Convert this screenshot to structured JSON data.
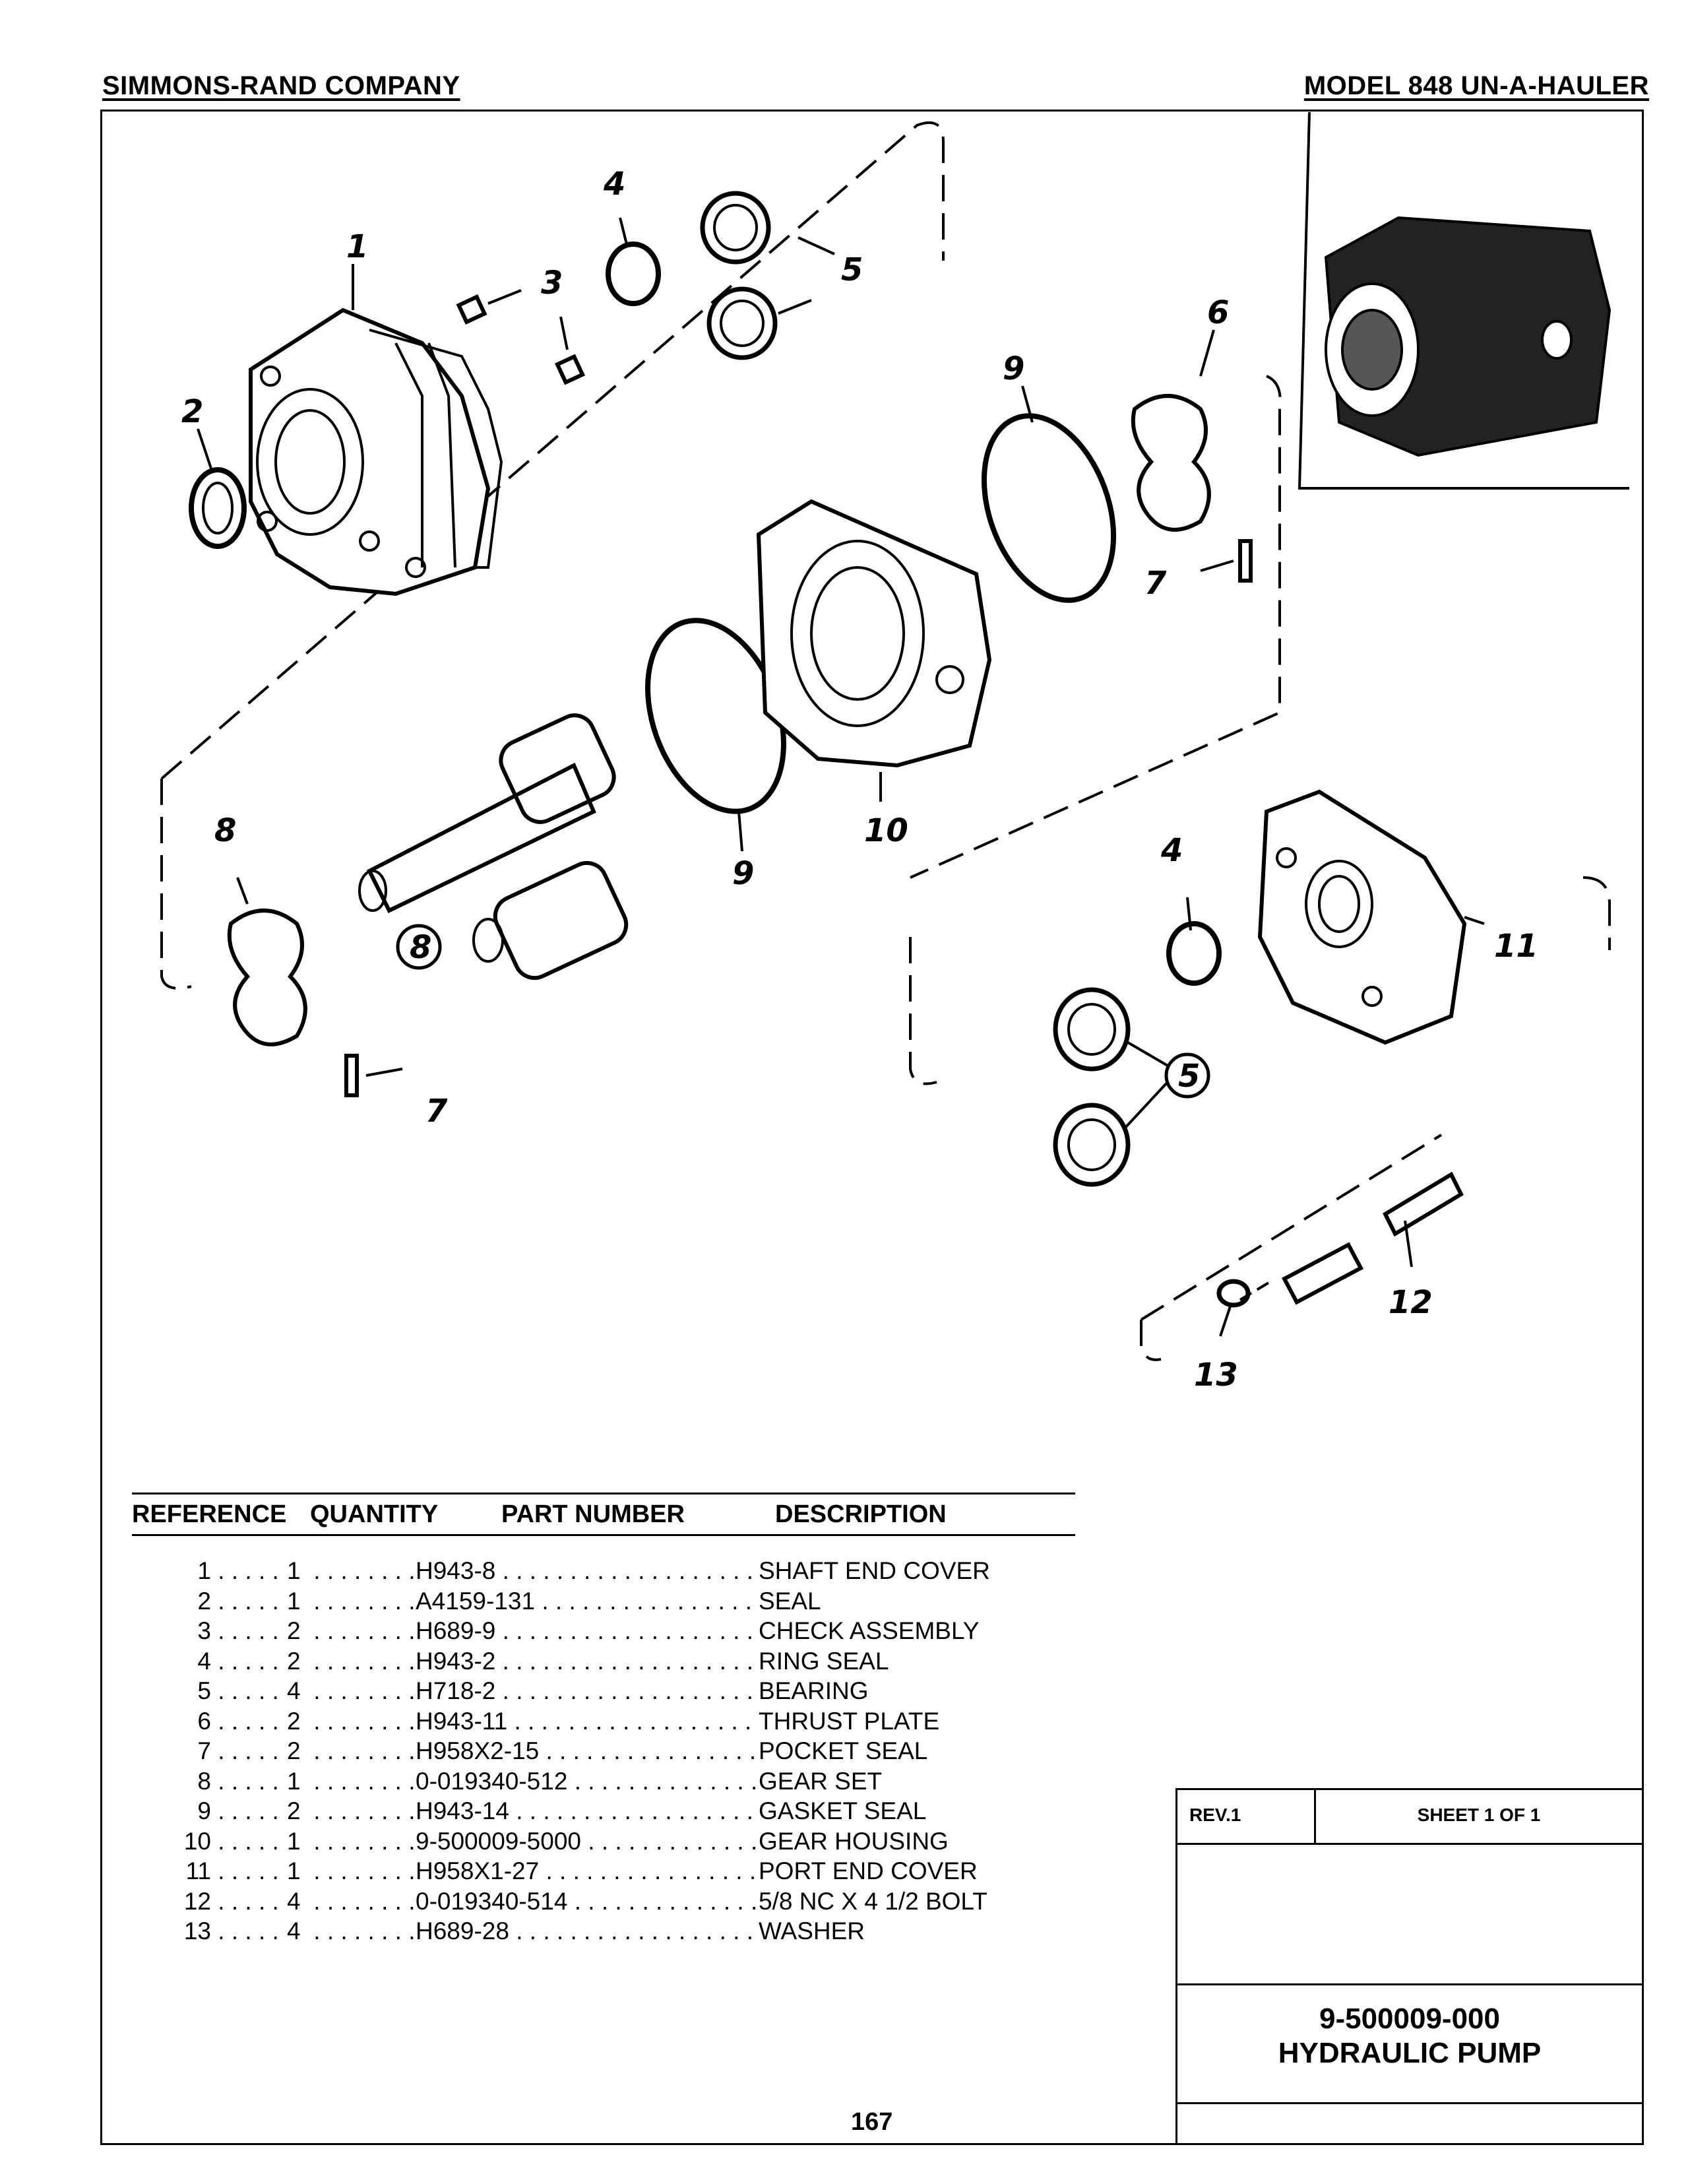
{
  "header": {
    "company": "SIMMONS-RAND COMPANY",
    "model": "MODEL 848 UN-A-HAULER"
  },
  "callouts": {
    "c1": "1",
    "c2": "2",
    "c3": "3",
    "c4a": "4",
    "c4b": "4",
    "c5a": "5",
    "c5b": "5",
    "c6": "6",
    "c7a": "7",
    "c7b": "7",
    "c8a": "8",
    "c8b": "8",
    "c9a": "9",
    "c9b": "9",
    "c10": "10",
    "c11": "11",
    "c12": "12",
    "c13": "13"
  },
  "parts_table": {
    "headers": {
      "reference": "REFERENCE",
      "quantity": "QUANTITY",
      "part_number": "PART NUMBER",
      "description": "DESCRIPTION"
    },
    "rows": [
      {
        "ref": "1",
        "qty": "1",
        "part": "H943-8",
        "desc": "SHAFT END COVER"
      },
      {
        "ref": "2",
        "qty": "1",
        "part": "A4159-131",
        "desc": "SEAL"
      },
      {
        "ref": "3",
        "qty": "2",
        "part": "H689-9",
        "desc": "CHECK ASSEMBLY"
      },
      {
        "ref": "4",
        "qty": "2",
        "part": "H943-2",
        "desc": "RING SEAL"
      },
      {
        "ref": "5",
        "qty": "4",
        "part": "H718-2",
        "desc": "BEARING"
      },
      {
        "ref": "6",
        "qty": "2",
        "part": "H943-11",
        "desc": "THRUST PLATE"
      },
      {
        "ref": "7",
        "qty": "2",
        "part": "H958X2-15",
        "desc": "POCKET SEAL"
      },
      {
        "ref": "8",
        "qty": "1",
        "part": "0-019340-512",
        "desc": "GEAR SET"
      },
      {
        "ref": "9",
        "qty": "2",
        "part": "H943-14",
        "desc": "GASKET SEAL"
      },
      {
        "ref": "10",
        "qty": "1",
        "part": "9-500009-5000",
        "desc": "GEAR HOUSING"
      },
      {
        "ref": "11",
        "qty": "1",
        "part": "H958X1-27",
        "desc": "PORT END COVER"
      },
      {
        "ref": "12",
        "qty": "4",
        "part": "0-019340-514",
        "desc": "5/8 NC X 4 1/2 BOLT"
      },
      {
        "ref": "13",
        "qty": "4",
        "part": "H689-28",
        "desc": "WASHER"
      }
    ]
  },
  "title_block": {
    "rev": "REV.1",
    "sheet": "SHEET 1 OF 1",
    "drawing_number": "9-500009-000",
    "title": "HYDRAULIC PUMP"
  },
  "page_number": "167"
}
